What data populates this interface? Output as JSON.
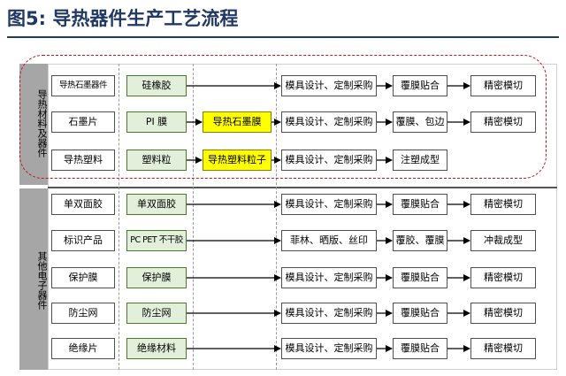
{
  "header": {
    "title": "图5:  导热器件生产工艺流程"
  },
  "groups": [
    {
      "label": "导热材料及器件"
    },
    {
      "label": "其他电子器件"
    }
  ],
  "rows": [
    {
      "category": "导热石墨器件",
      "material": "硅橡胶",
      "intermediate": null,
      "process": "模具设计、定制采购",
      "step": "覆膜贴合",
      "final": "精密模切"
    },
    {
      "category": "石墨片",
      "material": "PI 膜",
      "intermediate": "导热石墨膜",
      "process": "模具设计、定制采购",
      "step": "覆膜、包边",
      "final": "精密模切"
    },
    {
      "category": "导热塑料",
      "material": "塑料粒",
      "intermediate": "导热塑料粒子",
      "process": "模具设计、定制采购",
      "step": "注塑成型",
      "final": null
    },
    {
      "category": "单双面胶",
      "material": "单双面胶",
      "intermediate": null,
      "process": "模具设计、定制采购",
      "step": "覆膜贴合",
      "final": "精密模切"
    },
    {
      "category": "标识产品",
      "material": "PC PET 不干胶",
      "intermediate": null,
      "process": "菲林、晒版、丝印",
      "step": "覆胶、覆膜",
      "final": "冲裁成型"
    },
    {
      "category": "保护膜",
      "material": "保护膜",
      "intermediate": null,
      "process": "模具设计、定制采购",
      "step": "覆膜贴合",
      "final": "精密模切"
    },
    {
      "category": "防尘网",
      "material": "防尘网",
      "intermediate": null,
      "process": "模具设计、定制采购",
      "step": "覆膜贴合",
      "final": "精密模切"
    },
    {
      "category": "绝缘片",
      "material": "绝缘材料",
      "intermediate": null,
      "process": "模具设计、定制采购",
      "step": "覆膜贴合",
      "final": "精密模切"
    }
  ]
}
